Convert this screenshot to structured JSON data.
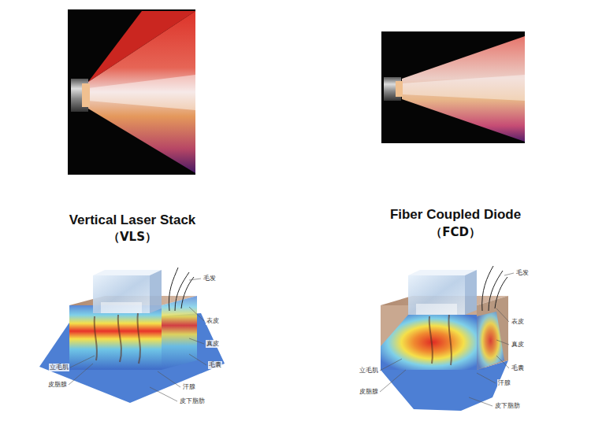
{
  "diagram": {
    "labels": [
      "Vertical Laser Stack",
      "（VLS）",
      "Fiber Coupled Diode",
      "（FCD）",
      "毛发",
      "表皮",
      "真皮",
      "毛囊",
      "立毛肌",
      "皮脂腺",
      "汗腺",
      "皮下脂肪",
      "毛发",
      "表皮",
      "真皮",
      "毛囊",
      "立毛肌",
      "皮脂腺",
      "汗腺",
      "皮下脂肪"
    ]
  }
}
